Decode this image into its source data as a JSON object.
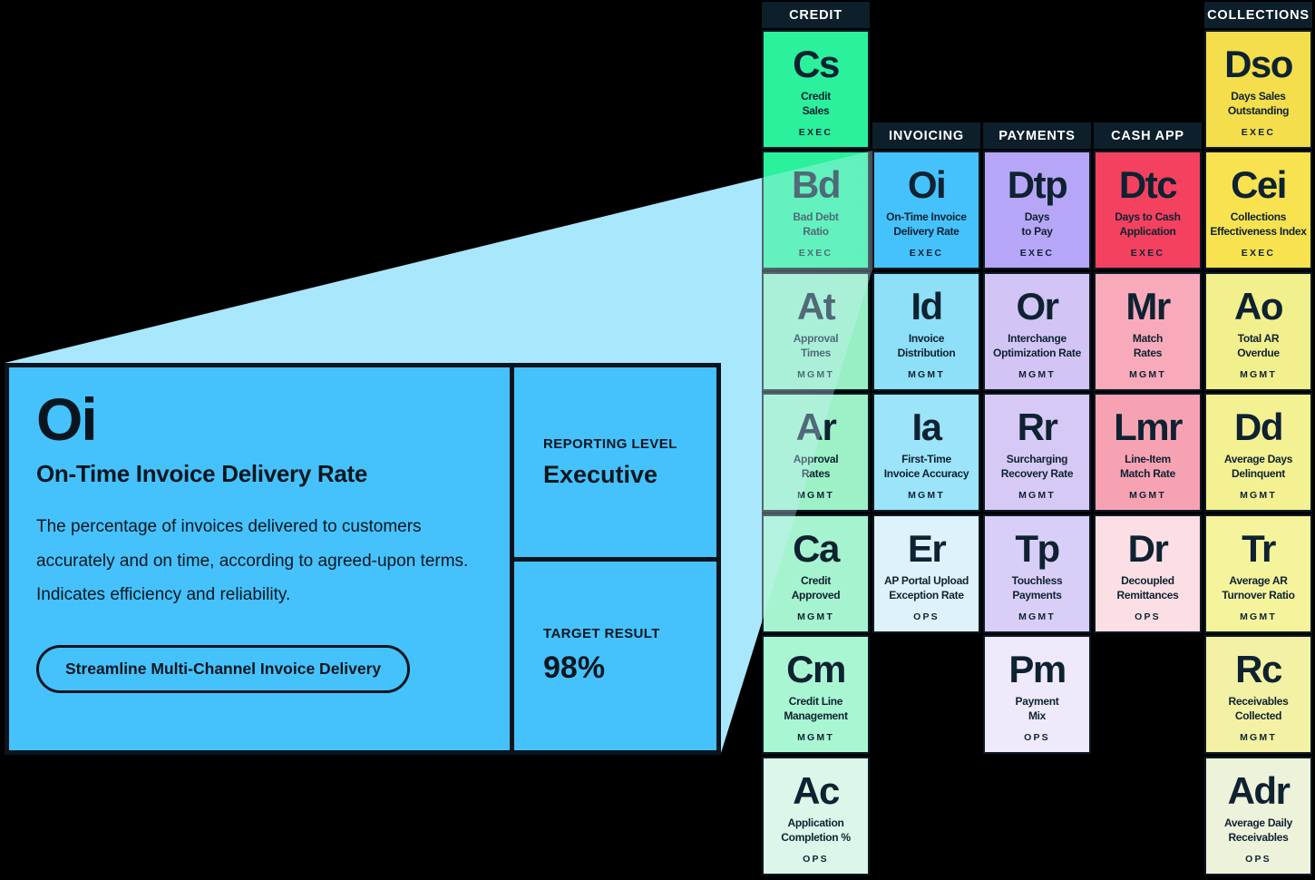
{
  "colors": {
    "background": "#000000",
    "header_bg": "#0c1f2b",
    "header_text": "#ffffff",
    "tile_text": "#0e2231",
    "beam": "#a9e7fc",
    "card_bg": "#45c2fc",
    "card_border": "#0a141d"
  },
  "card": {
    "symbol": "Oi",
    "title": "On-Time Invoice Delivery Rate",
    "description": "The percentage of invoices delivered to customers accurately and on time, according to agreed-upon terms. Indicates efficiency and reliability.",
    "action_label": "Streamline Multi-Channel Invoice Delivery",
    "reporting_level_label": "REPORTING LEVEL",
    "reporting_level_value": "Executive",
    "target_result_label": "TARGET RESULT",
    "target_result_value": "98%"
  },
  "table": {
    "groups": [
      {
        "label": "CREDIT",
        "header_row": 0,
        "tiles": [
          {
            "symbol": "Cs",
            "name": "Credit\nSales",
            "level": "EXEC",
            "color": "#2bf19c",
            "row": 0
          },
          {
            "symbol": "Bd",
            "name": "Bad Debt\nRatio",
            "level": "EXEC",
            "color": "#2bf19c",
            "row": 1
          },
          {
            "symbol": "At",
            "name": "Approval\nTimes",
            "level": "MGMT",
            "color": "#97efc3",
            "row": 2
          },
          {
            "symbol": "Ar",
            "name": "Approval\nRates",
            "level": "MGMT",
            "color": "#9df1c7",
            "row": 3
          },
          {
            "symbol": "Ca",
            "name": "Credit\nApproved",
            "level": "MGMT",
            "color": "#a6f3cf",
            "row": 4
          },
          {
            "symbol": "Cm",
            "name": "Credit Line\nManagement",
            "level": "MGMT",
            "color": "#a9f6d3",
            "row": 5
          },
          {
            "symbol": "Ac",
            "name": "Application\nCompletion %",
            "level": "OPS",
            "color": "#dcf7ea",
            "row": 6
          }
        ]
      },
      {
        "label": "INVOICING",
        "header_row": 1,
        "tiles": [
          {
            "symbol": "Oi",
            "name": "On-Time Invoice\nDelivery Rate",
            "level": "EXEC",
            "color": "#45c2fc",
            "row": 1
          },
          {
            "symbol": "Id",
            "name": "Invoice\nDistribution",
            "level": "MGMT",
            "color": "#8edff8",
            "row": 2
          },
          {
            "symbol": "Ia",
            "name": "First-Time\nInvoice Accuracy",
            "level": "MGMT",
            "color": "#9ce4f9",
            "row": 3
          },
          {
            "symbol": "Er",
            "name": "AP Portal Upload\nException Rate",
            "level": "OPS",
            "color": "#def2fb",
            "row": 4
          }
        ]
      },
      {
        "label": "PAYMENTS",
        "header_row": 1,
        "tiles": [
          {
            "symbol": "Dtp",
            "name": "Days\nto Pay",
            "level": "EXEC",
            "color": "#b7a6f8",
            "row": 1
          },
          {
            "symbol": "Or",
            "name": "Interchange\nOptimization Rate",
            "level": "MGMT",
            "color": "#d2c4f5",
            "row": 2
          },
          {
            "symbol": "Rr",
            "name": "Surcharging\nRecovery Rate",
            "level": "MGMT",
            "color": "#d7c9f6",
            "row": 3
          },
          {
            "symbol": "Tp",
            "name": "Touchless\nPayments",
            "level": "MGMT",
            "color": "#d9cef7",
            "row": 4
          },
          {
            "symbol": "Pm",
            "name": "Payment\nMix",
            "level": "OPS",
            "color": "#eee9fb",
            "row": 5
          }
        ]
      },
      {
        "label": "CASH APP",
        "header_row": 1,
        "tiles": [
          {
            "symbol": "Dtc",
            "name": "Days to Cash\nApplication",
            "level": "EXEC",
            "color": "#f4415f",
            "row": 1
          },
          {
            "symbol": "Mr",
            "name": "Match\nRates",
            "level": "MGMT",
            "color": "#f8aabb",
            "row": 2
          },
          {
            "symbol": "Lmr",
            "name": "Line-Item\nMatch Rate",
            "level": "MGMT",
            "color": "#f7a2b3",
            "row": 3
          },
          {
            "symbol": "Dr",
            "name": "Decoupled\nRemittances",
            "level": "OPS",
            "color": "#fbdfe5",
            "row": 4
          }
        ]
      },
      {
        "label": "COLLECTIONS",
        "header_row": 0,
        "tiles": [
          {
            "symbol": "Dso",
            "name": "Days Sales\nOutstanding",
            "level": "EXEC",
            "color": "#f4de4b",
            "row": 0
          },
          {
            "symbol": "Cei",
            "name": "Collections\nEffectiveness Index",
            "level": "EXEC",
            "color": "#f8e24f",
            "row": 1
          },
          {
            "symbol": "Ao",
            "name": "Total AR\nOverdue",
            "level": "MGMT",
            "color": "#f2ef8d",
            "row": 2
          },
          {
            "symbol": "Dd",
            "name": "Average Days\nDelinquent",
            "level": "MGMT",
            "color": "#f4f193",
            "row": 3
          },
          {
            "symbol": "Tr",
            "name": "Average AR\nTurnover Ratio",
            "level": "MGMT",
            "color": "#f5f49c",
            "row": 4
          },
          {
            "symbol": "Rc",
            "name": "Receivables\nCollected",
            "level": "MGMT",
            "color": "#f3f1a3",
            "row": 5
          },
          {
            "symbol": "Adr",
            "name": "Average Daily\nReceivables",
            "level": "OPS",
            "color": "#edf2da",
            "row": 6
          }
        ]
      }
    ]
  }
}
